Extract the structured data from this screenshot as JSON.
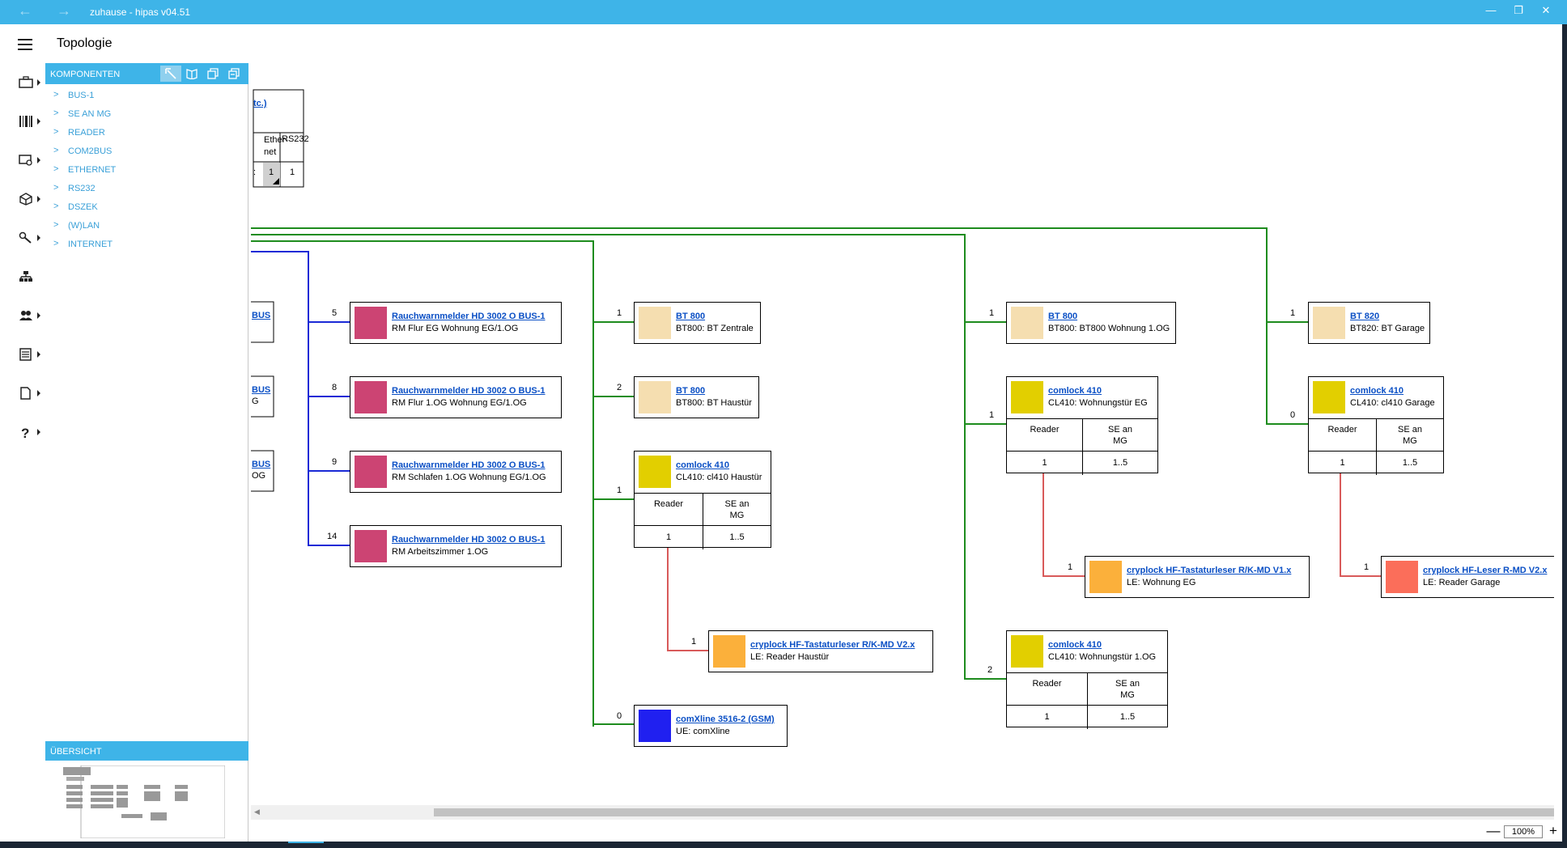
{
  "window": {
    "title": "zuhause - hipas v04.51"
  },
  "header": {
    "page_title": "Topologie"
  },
  "sidebar": {
    "components_title": "KOMPONENTEN",
    "tree": [
      "BUS-1",
      "SE AN MG",
      "READER",
      "COM2BUS",
      "ETHERNET",
      "RS232",
      "DSZEK",
      "(W)LAN",
      "INTERNET"
    ],
    "overview_title": "ÜBERSICHT"
  },
  "colors": {
    "accent": "#3eb4e8",
    "smoke": "#cc4473",
    "bt": "#f5deb0",
    "comlock": "#e2cf00",
    "cryplock": "#fbb03b",
    "cryplock_leser": "#fb6e5a",
    "comxline": "#2020f0",
    "green_line": "#1e8c1e",
    "blue_line": "#1a2ad6",
    "red_line": "#d85a5a"
  },
  "canvas": {
    "partial": {
      "head_link": "tc.)",
      "col1": "Ether-\nnet",
      "col2": "RS232",
      "val1": "1",
      "val2": "1",
      "edge_left": ":"
    },
    "bus_stubs": [
      {
        "t": "BUS",
        "s": ""
      },
      {
        "t": "BUS",
        "s": "G"
      },
      {
        "t": "BUS",
        "s": "OG"
      }
    ],
    "smoke": [
      {
        "title": "Rauchwarnmelder HD 3002 O BUS-1",
        "sub": "RM Flur EG Wohnung EG/1.OG",
        "edge": "5"
      },
      {
        "title": "Rauchwarnmelder HD 3002 O BUS-1",
        "sub": "RM Flur 1.OG Wohnung EG/1.OG",
        "edge": "8"
      },
      {
        "title": "Rauchwarnmelder HD 3002 O BUS-1",
        "sub": "RM Schlafen 1.OG Wohnung EG/1.OG",
        "edge": "9"
      },
      {
        "title": "Rauchwarnmelder HD 3002 O BUS-1",
        "sub": "RM Arbeitszimmer 1.OG",
        "edge": "14"
      }
    ],
    "col1": {
      "bt1": {
        "title": "BT 800",
        "sub": "BT800: BT Zentrale",
        "edge": "1"
      },
      "bt2": {
        "title": "BT 800",
        "sub": "BT800: BT Haustür",
        "edge": "2"
      },
      "cl": {
        "title": "comlock 410",
        "sub": "CL410: cl410 Haustür",
        "edge": "1",
        "p1": "Reader",
        "p2": "SE an\nMG",
        "v1": "1",
        "v2": "1..5"
      },
      "cry": {
        "title": "cryplock HF-Tastaturleser R/K-MD V2.x",
        "sub": "LE: Reader Haustür",
        "edge": "1"
      },
      "cx": {
        "title": "comXline 3516-2 (GSM)",
        "sub": "UE: comXline",
        "edge": "0"
      }
    },
    "col2": {
      "bt": {
        "title": "BT 800",
        "sub": "BT800: BT800 Wohnung 1.OG",
        "edge": "1"
      },
      "cl1": {
        "title": "comlock 410",
        "sub": "CL410: Wohnungstür EG",
        "edge": "1",
        "p1": "Reader",
        "p2": "SE an\nMG",
        "v1": "1",
        "v2": "1..5"
      },
      "cry": {
        "title": "cryplock HF-Tastaturleser R/K-MD V1.x",
        "sub": "LE: Wohnung EG",
        "edge": "1"
      },
      "cl2": {
        "title": "comlock 410",
        "sub": "CL410: Wohnungstür 1.OG",
        "edge": "2",
        "p1": "Reader",
        "p2": "SE an\nMG",
        "v1": "1",
        "v2": "1..5"
      }
    },
    "col3": {
      "bt": {
        "title": "BT 820",
        "sub": "BT820: BT Garage",
        "edge": "1"
      },
      "cl": {
        "title": "comlock 410",
        "sub": "CL410: cl410 Garage",
        "edge": "0",
        "p1": "Reader",
        "p2": "SE an\nMG",
        "v1": "1",
        "v2": "1..5"
      },
      "cry": {
        "title": "cryplock HF-Leser R-MD V2.x",
        "sub": "LE: Reader Garage",
        "edge": "1"
      }
    }
  },
  "zoom": {
    "value": "100%",
    "minus": "—",
    "plus": "+"
  }
}
